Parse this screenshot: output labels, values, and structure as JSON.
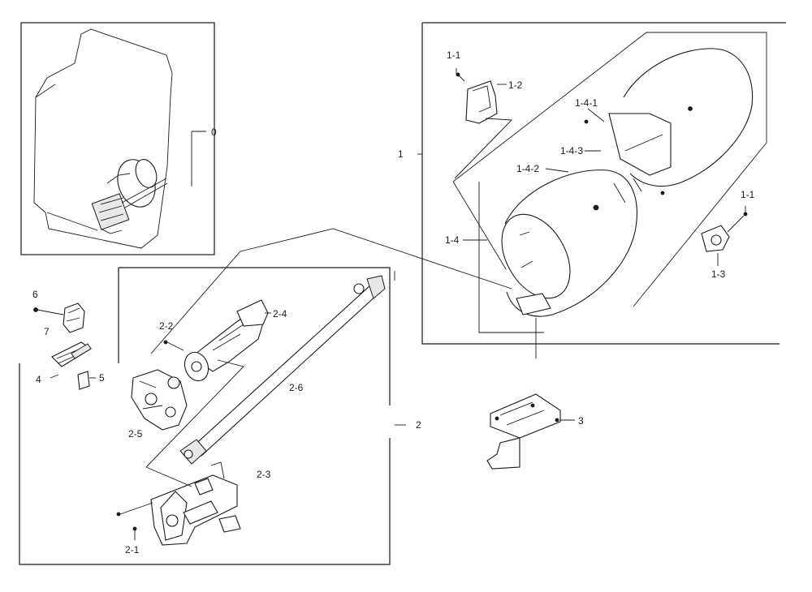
{
  "callouts": {
    "c0": "0",
    "c1": "1",
    "c1_1_top": "1-1",
    "c1_2": "1-2",
    "c1_4_1": "1-4-1",
    "c1_4_3": "1-4-3",
    "c1_4_2": "1-4-2",
    "c1_4": "1-4",
    "c1_1_right": "1-1",
    "c1_3": "1-3",
    "c2": "2",
    "c2_1": "2-1",
    "c2_2": "2-2",
    "c2_3": "2-3",
    "c2_4": "2-4",
    "c2_5": "2-5",
    "c2_6": "2-6",
    "c3": "3",
    "c4": "4",
    "c5": "5",
    "c6": "6",
    "c7": "7"
  }
}
